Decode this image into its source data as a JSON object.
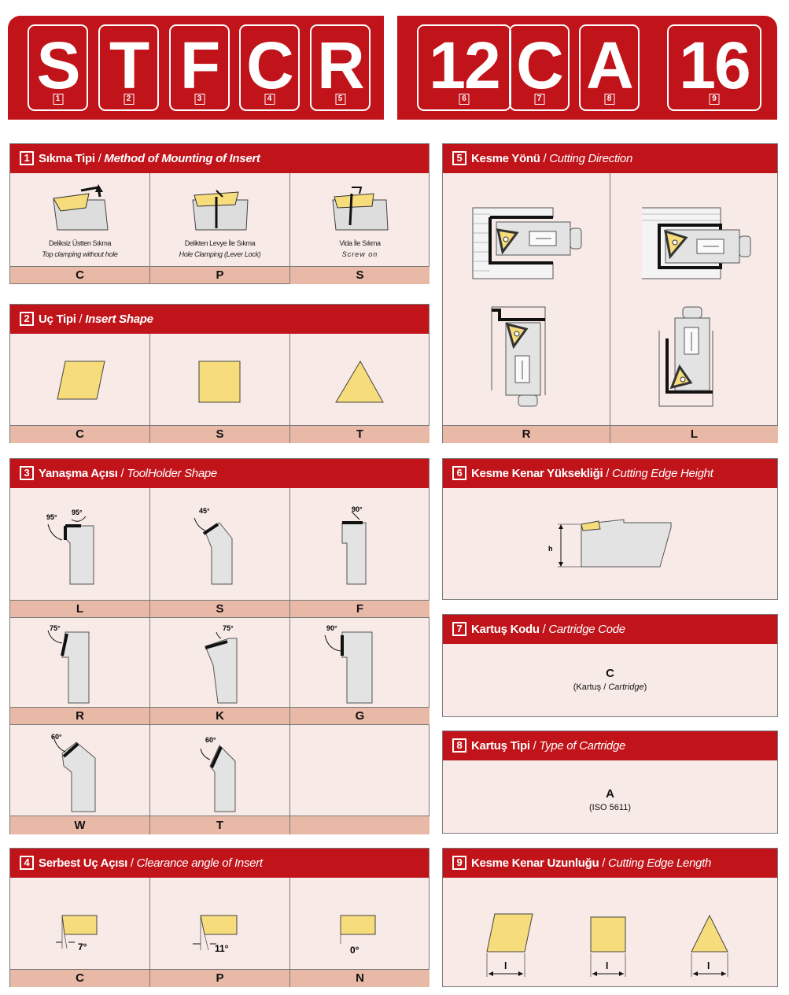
{
  "header": {
    "letters": [
      "S",
      "T",
      "F",
      "C",
      "R",
      "12",
      "C",
      "A",
      "16"
    ],
    "numbers": [
      "1",
      "2",
      "3",
      "4",
      "5",
      "6",
      "7",
      "8",
      "9"
    ]
  },
  "p1": {
    "num": "1",
    "title_tr": "Sıkma Tipi",
    "sep": " / ",
    "title_en": "Method of Mounting of Insert",
    "items": [
      {
        "cap_tr": "Deliksiz Üstten Sıkma",
        "cap_en": "Top clamping without hole",
        "code": "C"
      },
      {
        "cap_tr": "Delikten Levye İle Sıkma",
        "cap_en": "Hole Clamping (Lever Lock)",
        "code": "P"
      },
      {
        "cap_tr": "Vida İle Sıkma",
        "cap_en": "Screw on",
        "code": "S"
      }
    ]
  },
  "p2": {
    "num": "2",
    "title_tr": "Uç Tipi",
    "sep": " / ",
    "title_en": "Insert Shape",
    "codes": [
      "C",
      "S",
      "T"
    ]
  },
  "p3": {
    "num": "3",
    "title_tr": "Yanaşma Açısı",
    "sep": " / ",
    "title_en": "ToolHolder Shape",
    "codes": [
      "L",
      "S",
      "F",
      "R",
      "K",
      "G",
      "W",
      "T",
      ""
    ],
    "angles": {
      "L1": "95°",
      "L2": "95°",
      "S": "45°",
      "F": "90°",
      "R": "75°",
      "K": "75°",
      "G": "90°",
      "W": "60°",
      "T": "60°"
    }
  },
  "p4": {
    "num": "4",
    "title_tr": "Serbest Uç Açısı",
    "sep": " / ",
    "title_en": "Clearance angle of Insert",
    "angles": [
      "7°",
      "11°",
      "0°"
    ],
    "codes": [
      "C",
      "P",
      "N"
    ]
  },
  "p5": {
    "num": "5",
    "title_tr": "Kesme Yönü",
    "sep": " / ",
    "title_en": "Cutting Direction",
    "codes": [
      "R",
      "L"
    ]
  },
  "p6": {
    "num": "6",
    "title_tr": "Kesme Kenar Yüksekliği",
    "sep": " / ",
    "title_en": "Cutting Edge Height",
    "h_label": "h"
  },
  "p7": {
    "num": "7",
    "title_tr": "Kartuş Kodu",
    "sep": " / ",
    "title_en": "Cartridge Code",
    "code": "C",
    "note_open": "(Kartuş / ",
    "note_it": "Cartridge",
    "note_close": ")"
  },
  "p8": {
    "num": "8",
    "title_tr": "Kartuş Tipi",
    "sep": " / ",
    "title_en": "Type of Cartridge",
    "code": "A",
    "note": "(ISO 5611)"
  },
  "p9": {
    "num": "9",
    "title_tr": "Kesme Kenar Uzunluğu",
    "sep": " / ",
    "title_en": "Cutting Edge Length",
    "l_label": "l"
  },
  "colors": {
    "red": "#c1131a",
    "panel": "#f8eae6",
    "label": "#e9b9a7",
    "insert": "#f6dc7a",
    "steel": "#e3e3e3"
  }
}
